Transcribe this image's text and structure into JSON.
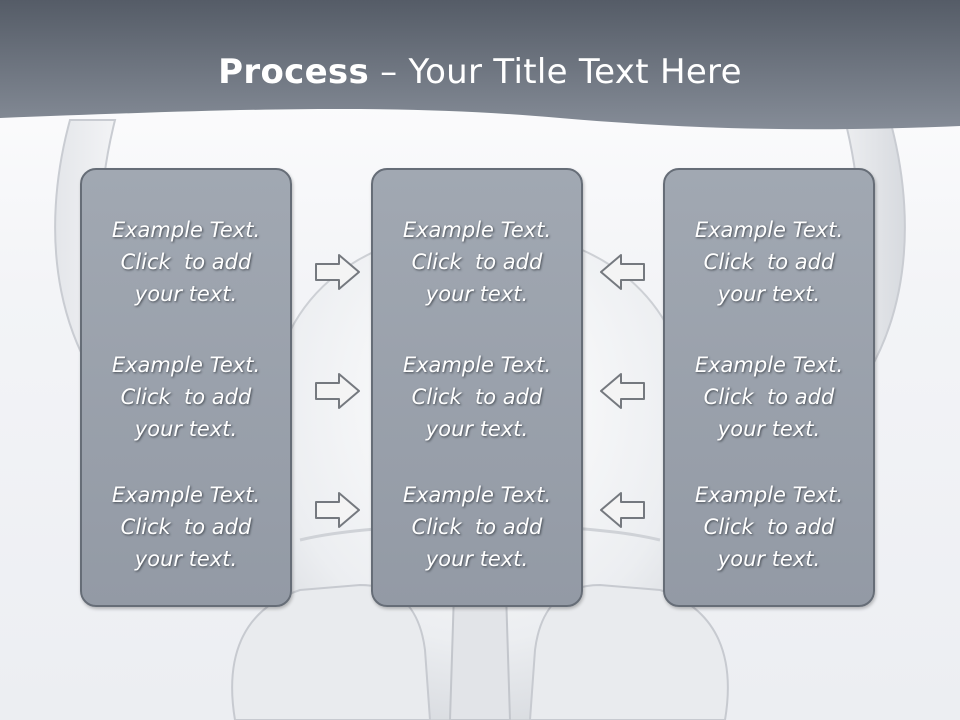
{
  "title": {
    "strong": "Process",
    "rest": " – Your Title Text Here"
  },
  "colors": {
    "header": "#6e7580",
    "panel_fill": "#9aa1ab",
    "panel_border": "#666d77",
    "arrow_fill": "#f4f4f4",
    "arrow_stroke": "#75797f"
  },
  "arrows": {
    "left_column": "right-arrow-icon",
    "right_column": "left-arrow-icon"
  },
  "panels": [
    {
      "entries": [
        {
          "line1": "Example Text.",
          "line2": "Click  to add",
          "line3": "your text."
        },
        {
          "line1": "Example Text.",
          "line2": "Click  to add",
          "line3": "your text."
        },
        {
          "line1": "Example Text.",
          "line2": "Click  to add",
          "line3": "your text."
        }
      ]
    },
    {
      "entries": [
        {
          "line1": "Example Text.",
          "line2": "Click  to add",
          "line3": "your text."
        },
        {
          "line1": "Example Text.",
          "line2": "Click  to add",
          "line3": "your text."
        },
        {
          "line1": "Example Text.",
          "line2": "Click  to add",
          "line3": "your text."
        }
      ]
    },
    {
      "entries": [
        {
          "line1": "Example Text.",
          "line2": "Click  to add",
          "line3": "your text."
        },
        {
          "line1": "Example Text.",
          "line2": "Click  to add",
          "line3": "your text."
        },
        {
          "line1": "Example Text.",
          "line2": "Click  to add",
          "line3": "your text."
        }
      ]
    }
  ]
}
